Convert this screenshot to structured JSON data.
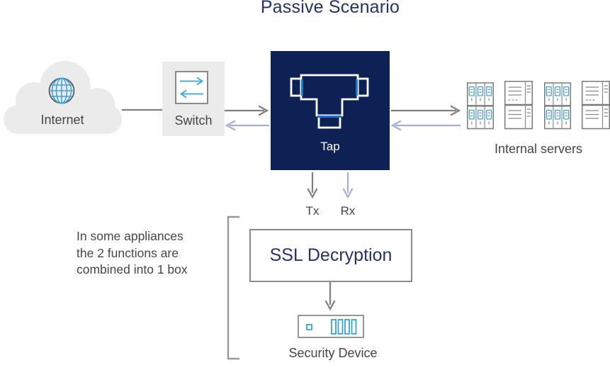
{
  "title": "Passive Scenario",
  "nodes": {
    "internet": {
      "label": "Internet"
    },
    "switch": {
      "label": "Switch"
    },
    "tap": {
      "label": "Tap"
    },
    "internal_servers": {
      "label": "Internal servers"
    },
    "ssl_decryption": {
      "label": "SSL Decryption"
    },
    "security_device": {
      "label": "Security Device"
    }
  },
  "flow_labels": {
    "tx": "Tx",
    "rx": "Rx"
  },
  "note": {
    "lines": [
      "In some appliances",
      "the 2 functions are",
      "combined into 1 box"
    ]
  },
  "colors": {
    "tap_box": "#0d2155",
    "heading_text": "#25335f",
    "accent_blue": "#3aa2da",
    "tap_icon_blue": "#1d76c8",
    "arrow_gray": "#7f7f7f",
    "arrow_lavender": "#a3aedd",
    "node_fill_gray": "#ebebeb",
    "border_gray": "#8a8a8a",
    "label_text": "#454545"
  }
}
